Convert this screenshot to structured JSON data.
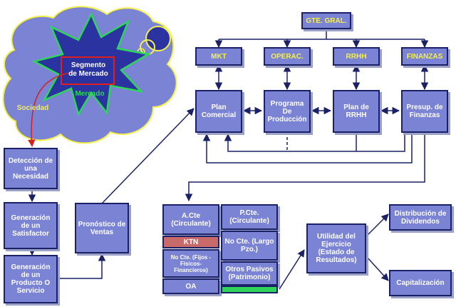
{
  "cloud": {
    "segment": "Segmento\nde Mercado",
    "market": "Mercado",
    "society": "Sociedad"
  },
  "top": {
    "gte": "GTE. GRAL."
  },
  "areas": [
    "MKT",
    "OPERAC.",
    "RRHH",
    "FINANZAS"
  ],
  "plans": [
    "Plan Comercial",
    "Programa De Producción",
    "Plan de RRHH",
    "Presup. de Finanzas"
  ],
  "left": [
    "Detección de una Necesidad",
    "Generación de un Satisfactor",
    "Generación de un Producto O Servicio"
  ],
  "forecast": "Pronóstico de Ventas",
  "balance": {
    "a_cte": "A.Cte (Circulante)",
    "ktn": "KTN",
    "no_cte_left": "No Cte. (Fijos - Físicos-Financieros)",
    "oa": "OA",
    "p_cte": "P.Cte. (Circulante)",
    "no_cte_right": "No Cte. (Largo Pzo.)",
    "otros": "Otros Pasivos (Patrimonio)"
  },
  "results": {
    "utilidad": "Utilidad del Ejercicio (Estado de Resultados)",
    "dividendos": "Distribución de Dividendos",
    "capitalizacion": "Capitalización"
  }
}
